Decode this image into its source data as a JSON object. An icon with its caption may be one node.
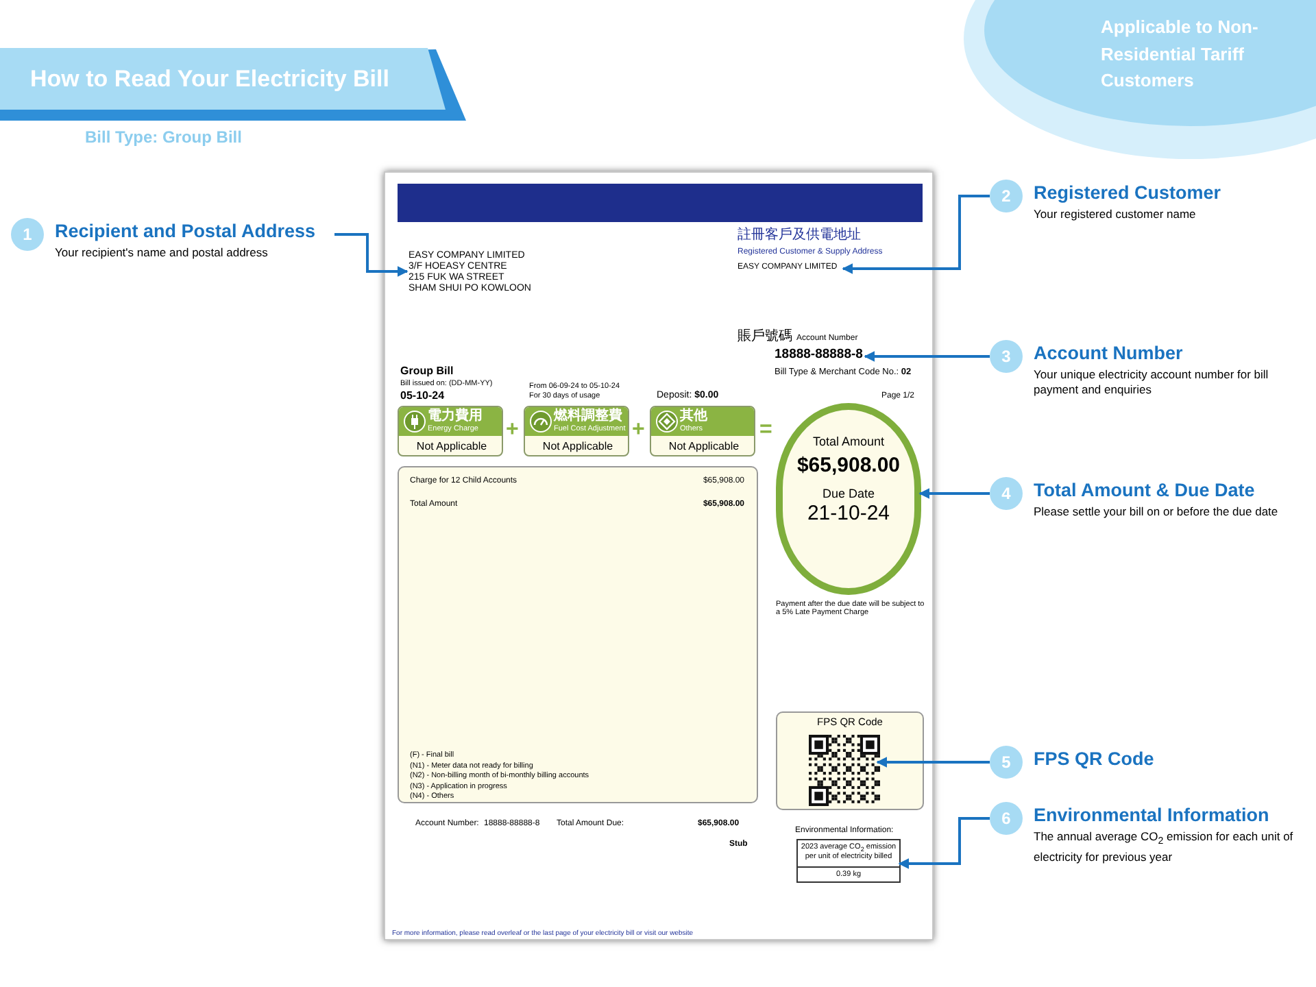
{
  "diagram": {
    "nodes": [
      {
        "text": [
          "How to Read Your Electricity Bill"
        ]
      },
      {
        "text": [
          "Applicable to Non-Residential Tariff Customers"
        ]
      },
      {
        "text": [],
        "shape": "box"
      },
      {
        "text": [
          "EASY COMPANY LIMITED",
          "3/F HOEASY CENTRE",
          "215 FUK WA STREET",
          "SHAM SHUI PO KOWLOON"
        ],
        "in": 2
      },
      {
        "text": [
          "EASY COMPANY LIMITED"
        ],
        "in": 2
      },
      {
        "text": [
          "18888-88888-8"
        ],
        "in": 2
      },
      {
        "text": [
          "電力費用",
          "Energy Charge",
          "Not Applicable"
        ],
        "in": 2
      },
      {
        "text": [
          "燃料調整費",
          "Fuel Cost Adjustment",
          "Not Applicable"
        ],
        "in": 2
      },
      {
        "text": [
          "其他",
          "Others",
          "Not Applicable"
        ],
        "in": 2
      },
      {
        "text": [
          "Total Amount",
          "$65,908.00",
          "Due Date",
          "21-10-24"
        ],
        "in": 2
      },
      {
        "text": [
          "Charge for 12 Child Accounts",
          "$65,908.00",
          "Total Amount",
          "$65,908.00",
          "(F) - Final bill",
          "(N1) - Meter data not ready for billing",
          "(N2) - Non-billing month of bi-monthly billing accounts",
          "(N3) - Application in progress",
          "(N4) - Others"
        ],
        "in": 2
      },
      {
        "text": [
          "FPS QR Code"
        ],
        "in": 2
      },
      {
        "text": [],
        "shape": "picture",
        "in": 11
      },
      {
        "text": [
          "Environmental Information:",
          "2023 average CO$_{2}$ emission per unit of electricity billed",
          "0.39 kg"
        ],
        "in": 2
      },
      {
        "text": [
          "1",
          "Recipient and Postal Address",
          "Your recipient's name and postal address"
        ]
      },
      {
        "text": [
          "2",
          "Registered Customer",
          "Your registered customer name"
        ]
      },
      {
        "text": [
          "3",
          "Account Number",
          "Your unique electricity account number for bill payment and enquiries"
        ]
      },
      {
        "text": [
          "4",
          "Total Amount & Due Date",
          "Please settle your bill on or before the due date"
        ]
      },
      {
        "text": [
          "5",
          "FPS QR Code"
        ]
      },
      {
        "text": [
          "6",
          "Environmental Information",
          "The annual average CO$_{2}$ emission for each unit of electricity for previous year"
        ]
      }
    ],
    "edges": [
      {
        "from": 14,
        "to": 3,
        "arrow": "to"
      },
      {
        "from": 15,
        "to": 4,
        "arrow": "to"
      },
      {
        "from": 16,
        "to": 5,
        "arrow": "to"
      },
      {
        "from": 17,
        "to": 9,
        "arrow": "to"
      },
      {
        "from": 18,
        "to": 12,
        "arrow": "to"
      },
      {
        "from": 19,
        "to": 13,
        "arrow": "to"
      }
    ],
    "labels": [
      "Bill Type: Group Bill",
      "註冊客戶及供電地址",
      "Registered Customer & Supply Address",
      "賬戶號碼",
      "Account Number",
      "Group Bill",
      "Bill Type & Merchant Code No.: **02**",
      "Bill issued on: (DD-MM-YY)",
      "05-10-24",
      "From 06-09-24 to 05-10-24",
      "For 30 days of usage",
      "Deposit: **$0.00**",
      "Page 1/2",
      "+",
      "+",
      "=",
      "Payment after the due date will be subject to a 5% Late Payment Charge",
      "Account Number:",
      "18888-88888-8",
      "Total Amount Due:",
      "$65,908.00",
      "Stub",
      "For more information, please read overleaf or the last page of your electricity bill or visit our website"
    ]
  }
}
